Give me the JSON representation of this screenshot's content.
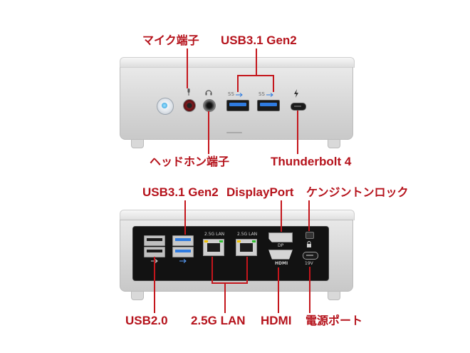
{
  "front": {
    "labels": {
      "mic": "マイク端子",
      "usb31": "USB3.1 Gen2",
      "headphone": "ヘッドホン端子",
      "thunderbolt": "Thunderbolt 4"
    },
    "port_marks": {
      "usb_a": "SS",
      "usb_b": "SS"
    }
  },
  "rear": {
    "labels": {
      "usb31": "USB3.1 Gen2",
      "displayport": "DisplayPort",
      "kensington": "ケンジントンロック",
      "usb20": "USB2.0",
      "lan": "2.5G LAN",
      "hdmi": "HDMI",
      "power": "電源ポート"
    },
    "panel_marks": {
      "lan1": "2.5G LAN",
      "lan2": "2.5G LAN",
      "dp": "DP",
      "hdmi": "HDMI",
      "dc": "19V"
    }
  },
  "colors": {
    "label": "#b5121b",
    "usb3_blue": "#2f7be0",
    "power_led": "#5ab9ea"
  }
}
